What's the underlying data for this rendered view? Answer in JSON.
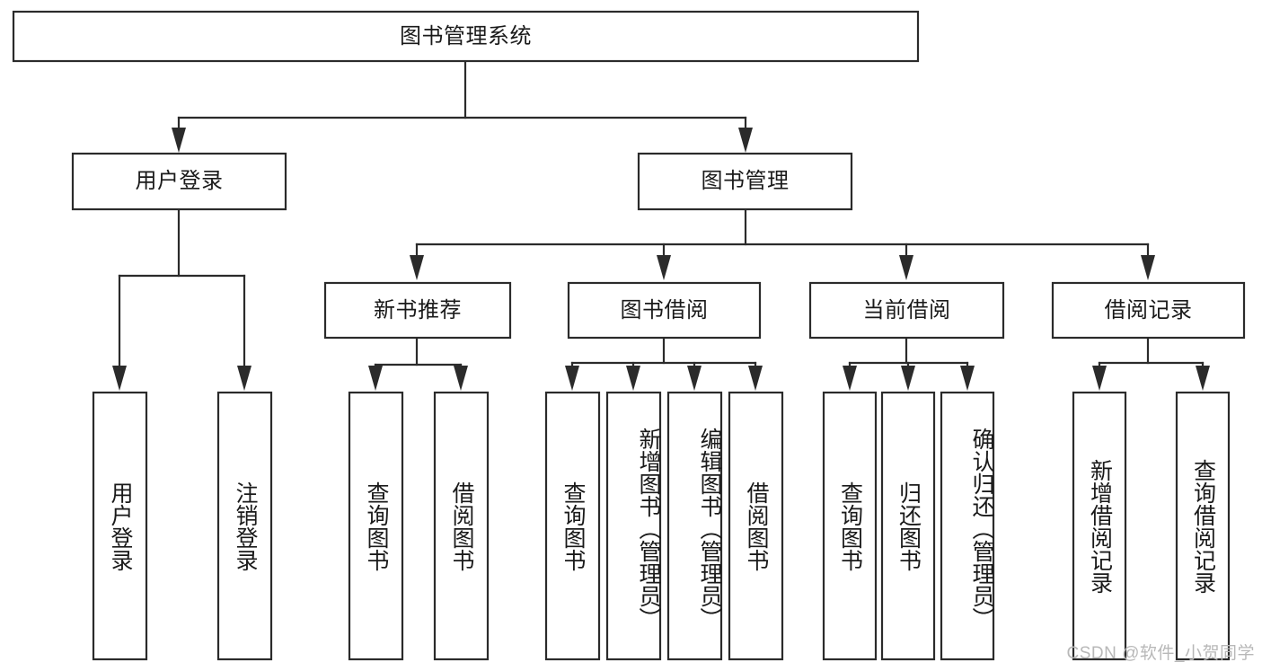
{
  "diagram": {
    "type": "tree-hierarchy",
    "title_node": {
      "id": "root",
      "label": "图书管理系统"
    },
    "level2": [
      {
        "id": "user-login",
        "label": "用户登录"
      },
      {
        "id": "book-manage",
        "label": "图书管理"
      }
    ],
    "level3": [
      {
        "id": "new-book-recommend",
        "label": "新书推荐"
      },
      {
        "id": "book-borrow",
        "label": "图书借阅"
      },
      {
        "id": "current-borrow",
        "label": "当前借阅"
      },
      {
        "id": "borrow-record",
        "label": "借阅记录"
      }
    ],
    "leaves": {
      "user_login": [
        {
          "id": "leaf-user-login",
          "label": "用户登录"
        },
        {
          "id": "leaf-logout-login",
          "label": "注销登录"
        }
      ],
      "new_book_recommend": [
        {
          "id": "leaf-query-book-1",
          "label": "查询图书"
        },
        {
          "id": "leaf-borrow-book-1",
          "label": "借阅图书"
        }
      ],
      "book_borrow": [
        {
          "id": "leaf-query-book-2",
          "label": "查询图书"
        },
        {
          "id": "leaf-add-book",
          "label": "新增图书（管理员）"
        },
        {
          "id": "leaf-edit-book",
          "label": "编辑图书（管理员）"
        },
        {
          "id": "leaf-borrow-book-2",
          "label": "借阅图书"
        }
      ],
      "current_borrow": [
        {
          "id": "leaf-query-book-3",
          "label": "查询图书"
        },
        {
          "id": "leaf-return-book",
          "label": "归还图书"
        },
        {
          "id": "leaf-confirm-return",
          "label": "确认归还（管理员）"
        }
      ],
      "borrow_record": [
        {
          "id": "leaf-add-record",
          "label": "新增借阅记录"
        },
        {
          "id": "leaf-query-record",
          "label": "查询借阅记录"
        }
      ]
    },
    "colors": {
      "stroke": "#2b2b2b",
      "box_fill": "#ffffff",
      "text": "#1a1a1a",
      "background": "#ffffff",
      "watermark": "#b8b8b8"
    }
  },
  "watermark": {
    "text": "CSDN @软件_小贺同学"
  }
}
